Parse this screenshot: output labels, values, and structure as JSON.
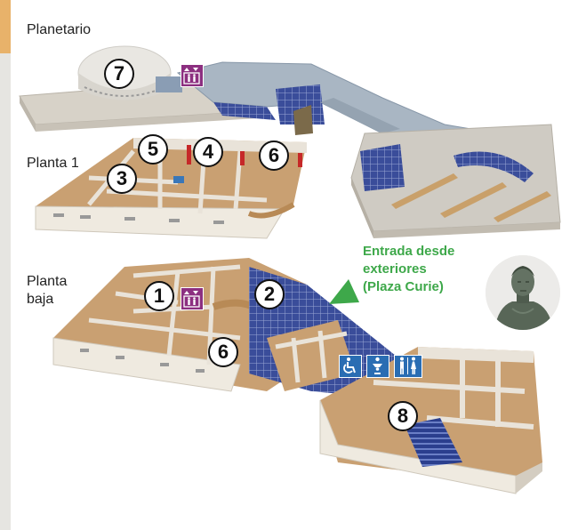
{
  "floors": {
    "planetario": "Planetario",
    "planta1": "Planta 1",
    "planta_baja_l1": "Planta",
    "planta_baja_l2": "baja"
  },
  "entrance": {
    "line1": "Entrada desde",
    "line2": "exteriores",
    "line3": "(Plaza Curie)",
    "color": "#3ea84a"
  },
  "markers": {
    "m7": "7",
    "m5": "5",
    "m4": "4",
    "m6_upper": "6",
    "m3": "3",
    "m1": "1",
    "m2": "2",
    "m6_lower": "6",
    "m8": "8"
  },
  "icons": {
    "elevator": "elevator-icon",
    "accessible": "wheelchair-icon",
    "baby_change": "baby-change-icon",
    "restrooms": "restroom-icon",
    "statue": "bust-statue-icon"
  },
  "colors": {
    "elevator_sign": "#8c2f80",
    "service_sign": "#2a6db3",
    "walls": "#e9e3d9",
    "floor": "#c9a072",
    "glass": "#3a4d9a"
  }
}
